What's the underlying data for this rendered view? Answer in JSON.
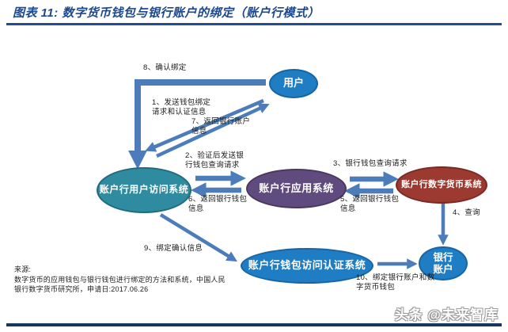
{
  "colors": {
    "title_blue": "#1B4890",
    "rule_blue": "#1F4E94",
    "arrow_blue": "#4C7DBA",
    "node_blue": "#1F7DC4",
    "node_teal": "#2F8CA0",
    "node_purple": "#5F4B7D",
    "node_red": "#9C3A31",
    "bottom_bar_blue": "#17375E"
  },
  "header": {
    "title": "图表 11:  数字货币钱包与银行账户的绑定（账户行模式）"
  },
  "nodes": {
    "user": "用户",
    "user_access": "账户行用户访问系统",
    "application": "账户行应用系统",
    "digital_currency": "账户行数字货币系统",
    "wallet_auth": "账户行钱包访问认证系统",
    "bank_account": "银行\n账户"
  },
  "edges": {
    "step1": "1、发送钱包绑定\n请求和认证信息",
    "step2": "2、验证后发送银\n行钱包查询请求",
    "step3": "3、银行钱包查询请求",
    "step4": "4、查询",
    "step5": "5、返回银行钱包\n信息",
    "step6": "6、返回银行钱包\n信息",
    "step7": "7、返回银行账户\n信息",
    "step8": "8、确认绑定",
    "step9": "9、绑定确认信息",
    "step10": "10、绑定银行账户和数\n字货币钱包"
  },
  "source": {
    "prefix": "来源:",
    "text": "数字货币的应用钱包与银行钱包进行绑定的方法和系统，中国人民\n银行数字货币研究所，申请日:2017.06.26"
  },
  "watermark": "头条 @未来智库"
}
